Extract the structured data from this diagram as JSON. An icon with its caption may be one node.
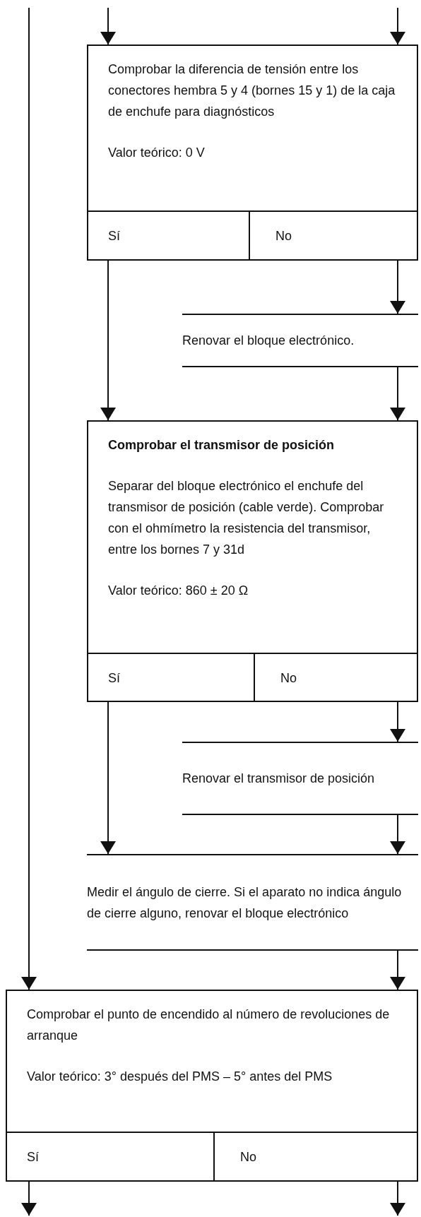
{
  "diagram": {
    "nodes": [
      {
        "text": [
          "Comprobar la diferencia de tensión entre los conectores hembra 5 y 4 (bornes 15 y 1) de la caja de enchufe para diagnósticos",
          "Valor teórico: 0 V"
        ]
      },
      {
        "text": [
          "Sí"
        ],
        "in": 0
      },
      {
        "text": [
          "No"
        ],
        "in": 0
      },
      {
        "text": [
          "Renovar el bloque electrónico."
        ]
      },
      {
        "text": [
          "Comprobar el transmisor de posición",
          "Separar del bloque electrónico el enchufe del transmisor de posición (cable verde). Comprobar con el ohmímetro la resistencia del transmisor, entre los bornes 7 y 31d",
          "Valor teórico: 860 ± 20 Ω"
        ]
      },
      {
        "text": [
          "Sí"
        ],
        "in": 4
      },
      {
        "text": [
          "No"
        ],
        "in": 4
      },
      {
        "text": [
          "Renovar el transmisor de posición"
        ]
      },
      {
        "text": [
          "Medir el ángulo de cierre. Si el aparato no indica ángulo de cierre alguno, renovar el bloque electrónico"
        ]
      },
      {
        "text": [
          "Comprobar el punto de encendido al número de revoluciones de arranque",
          "Valor teórico: 3° después del PMS – 5° antes del PMS"
        ]
      },
      {
        "text": [
          "Sí"
        ],
        "in": 9
      },
      {
        "text": [
          "No"
        ],
        "in": 9
      }
    ],
    "edges": [
      {
        "from": null,
        "to": 0,
        "arrow": "to"
      },
      {
        "from": null,
        "to": 0,
        "arrow": "to"
      },
      {
        "from": null,
        "to": 9,
        "arrow": "to"
      },
      {
        "from": 1,
        "to": 4,
        "arrow": "to"
      },
      {
        "from": 2,
        "to": 3,
        "arrow": "to"
      },
      {
        "from": 3,
        "to": 4,
        "arrow": "to"
      },
      {
        "from": 5,
        "to": 8,
        "arrow": "to"
      },
      {
        "from": 6,
        "to": 7,
        "arrow": "to"
      },
      {
        "from": 7,
        "to": 8,
        "arrow": "to"
      },
      {
        "from": 8,
        "to": 9,
        "arrow": "to"
      },
      {
        "from": 10,
        "to": null,
        "arrow": "to"
      },
      {
        "from": 11,
        "to": null,
        "arrow": "to"
      }
    ]
  }
}
